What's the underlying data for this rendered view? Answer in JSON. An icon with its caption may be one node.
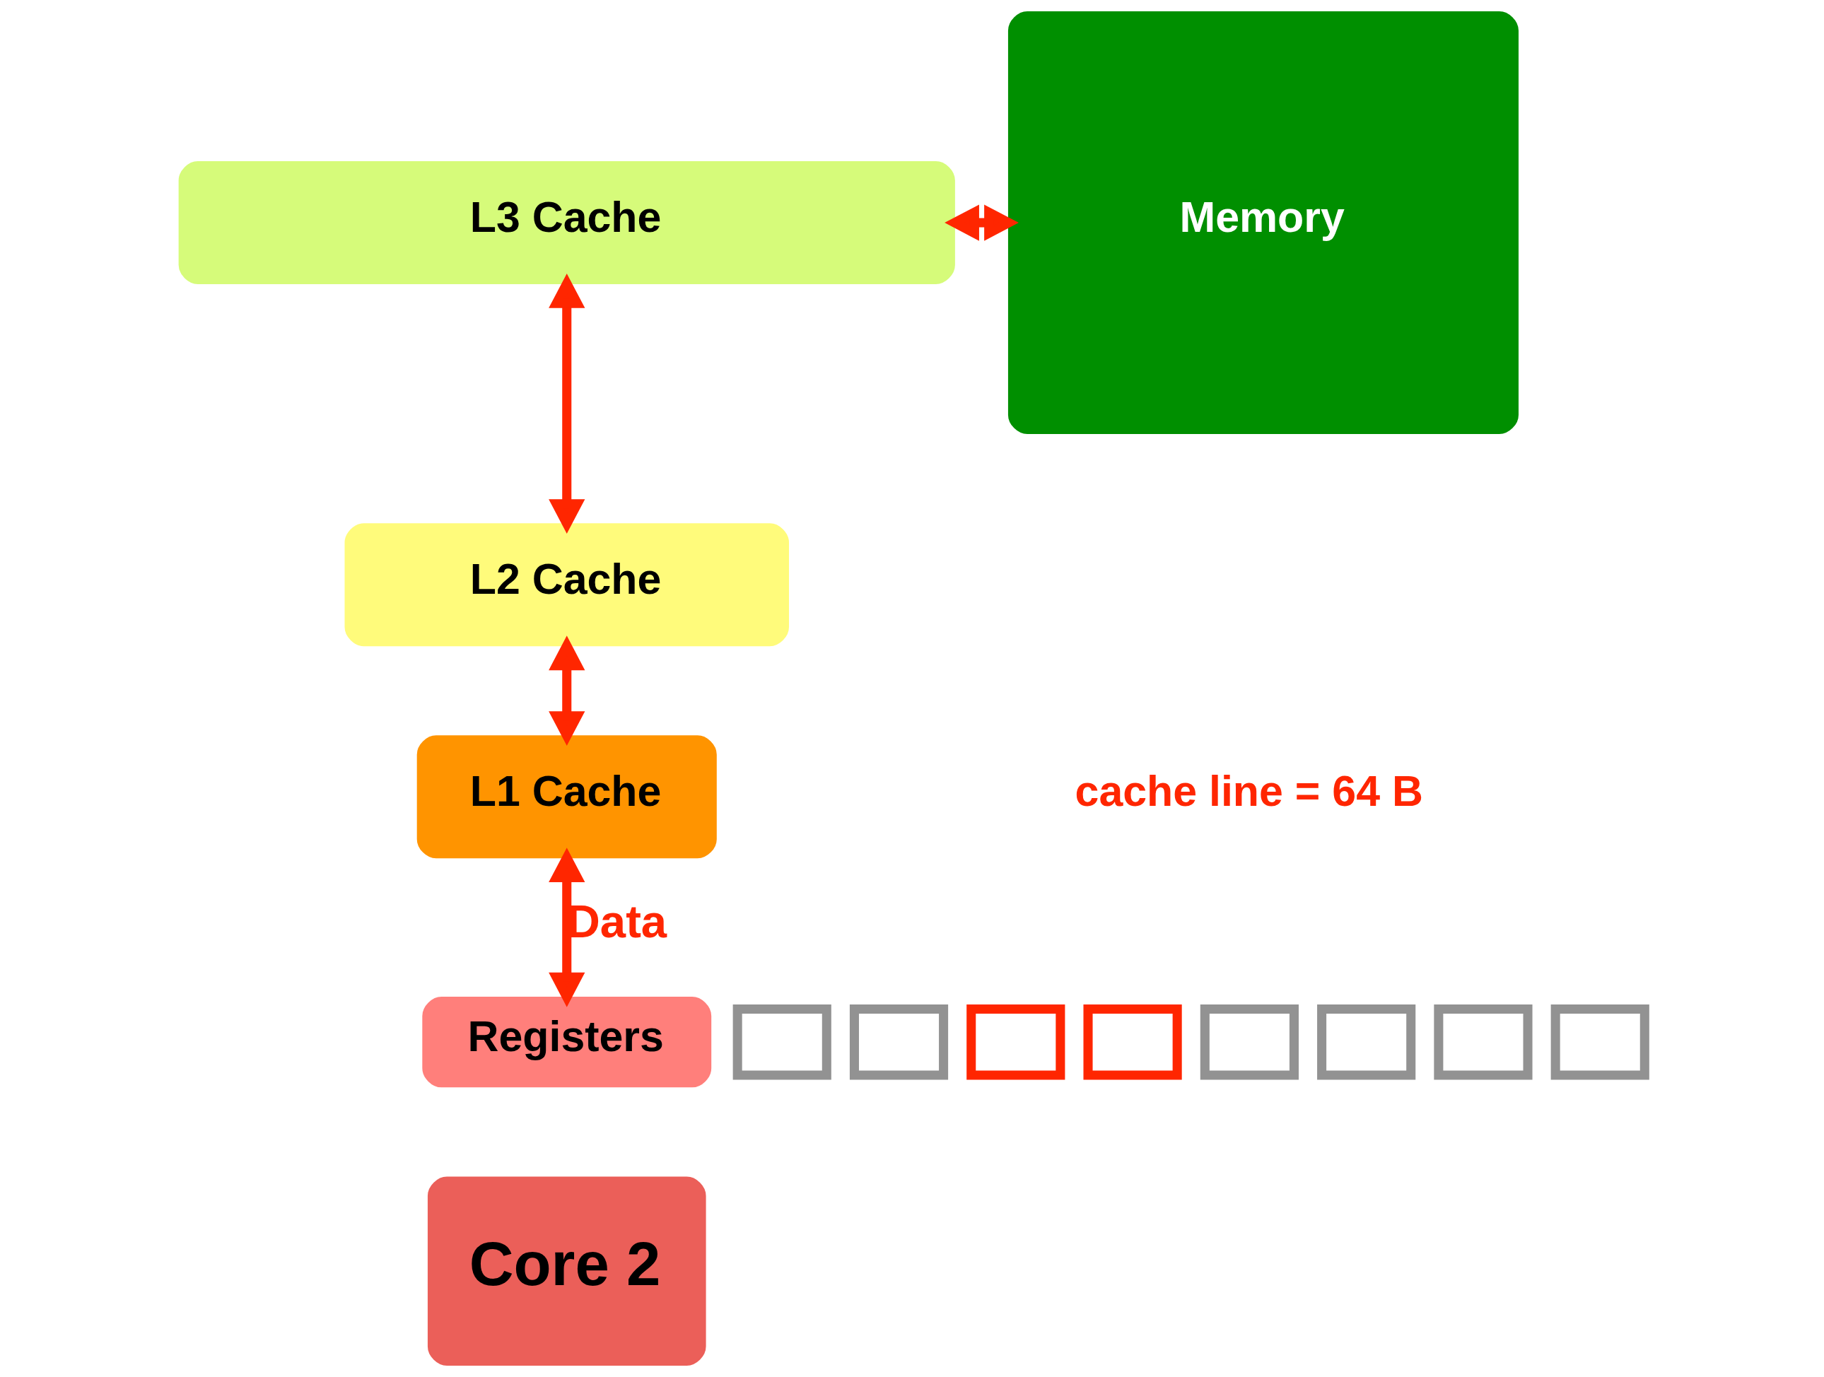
{
  "diagram": {
    "nodes": [
      {
        "text": [
          "L3 Cache"
        ]
      },
      {
        "text": [
          "Memory"
        ]
      },
      {
        "text": [
          "L2 Cache"
        ]
      },
      {
        "text": [
          "L1 Cache"
        ]
      },
      {
        "text": [
          "Registers"
        ]
      },
      {
        "text": [
          "Core 2"
        ]
      },
      {
        "text": [],
        "shape": "box"
      },
      {
        "text": [],
        "shape": "box"
      },
      {
        "text": [],
        "shape": "box"
      },
      {
        "text": [],
        "shape": "box"
      },
      {
        "text": [],
        "shape": "box"
      },
      {
        "text": [],
        "shape": "box"
      },
      {
        "text": [],
        "shape": "box"
      },
      {
        "text": [],
        "shape": "box"
      }
    ],
    "edges": [
      {
        "from": 0,
        "to": 1,
        "arrow": "both"
      },
      {
        "from": 0,
        "to": 2,
        "arrow": "both"
      },
      {
        "from": 2,
        "to": 3,
        "arrow": "both"
      },
      {
        "from": 3,
        "to": 4,
        "arrow": "both",
        "label": "Data"
      }
    ],
    "labels": [
      "cache line = 64 B"
    ]
  }
}
